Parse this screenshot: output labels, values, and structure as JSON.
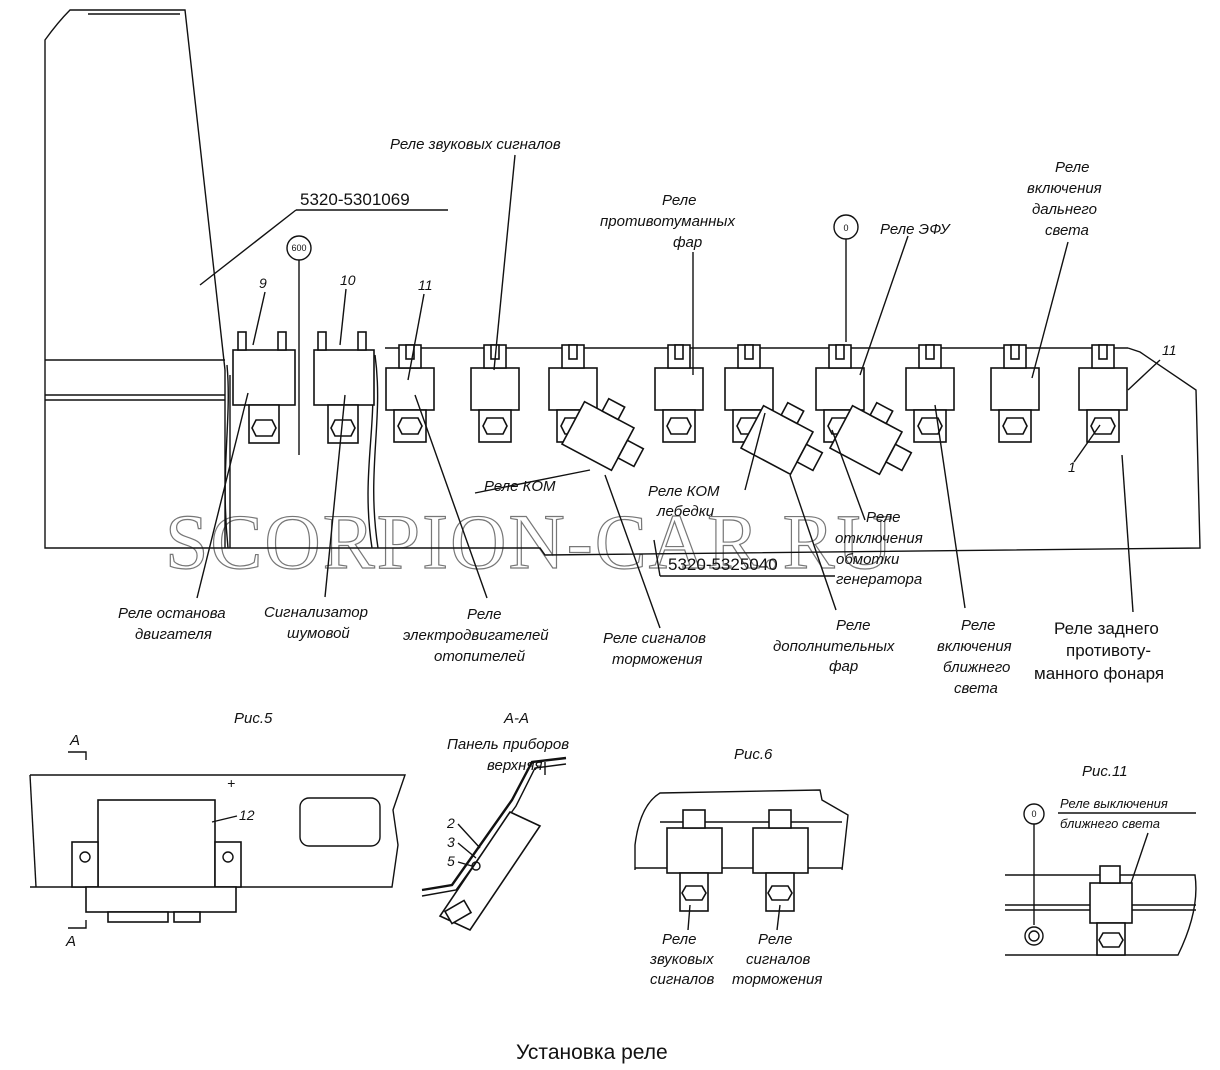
{
  "caption": "Установка реле",
  "watermark": "SCORPION-CAR.RU",
  "part_numbers": {
    "bracket": "5320-5301069",
    "lower": "5320-5325040"
  },
  "circle_marks": {
    "m600": "600",
    "m0": "0",
    "m0_fig11": "0"
  },
  "positions": {
    "p9": "9",
    "p10": "10",
    "p11_left": "11",
    "p11_right": "11",
    "p1": "1",
    "p12": "12",
    "p2": "2",
    "p3": "3",
    "p5": "5"
  },
  "labels": {
    "horn": "Реле звуковых сигналов",
    "fog_1": "Реле",
    "fog_2": "противотуманных",
    "fog_3": "фар",
    "efu": "Реле ЭФУ",
    "hb_1": "Реле",
    "hb_2": "включения",
    "hb_3": "дальнего",
    "hb_4": "света",
    "kom": "Реле КОМ",
    "kom_w1": "Реле КОМ",
    "kom_w2": "лебедки",
    "gen_1": "Реле",
    "gen_2": "отключения",
    "gen_3": "обмотки",
    "gen_4": "генератора",
    "stop_1": "Реле останова",
    "stop_2": "двигателя",
    "noise_1": "Сигнализатор",
    "noise_2": "шумовой",
    "heater_1": "Реле",
    "heater_2": "электродвигателей",
    "heater_3": "отопителей",
    "brake_1": "Реле сигналов",
    "brake_2": "торможения",
    "aux_1": "Реле",
    "aux_2": "дополнительных",
    "aux_3": "фар",
    "lb_1": "Реле",
    "lb_2": "включения",
    "lb_3": "ближнего",
    "lb_4": "света",
    "rfog_1": "Реле заднего",
    "rfog_2": "противоту-",
    "rfog_3": "манного фонаря"
  },
  "fig5": {
    "title": "Рис.5",
    "section_top": "A",
    "section_bottom": "A"
  },
  "section_aa": {
    "title": "А-А",
    "line1": "Панель приборов",
    "line2": "верхняя"
  },
  "fig6": {
    "title": "Рис.6",
    "horn_1": "Реле",
    "horn_2": "звуковых",
    "horn_3": "сигналов",
    "brake_1": "Реле",
    "brake_2": "сигналов",
    "brake_3": "торможения"
  },
  "fig11": {
    "title": "Рис.11",
    "label_1": "Реле выключения",
    "label_2": "ближнего света"
  }
}
